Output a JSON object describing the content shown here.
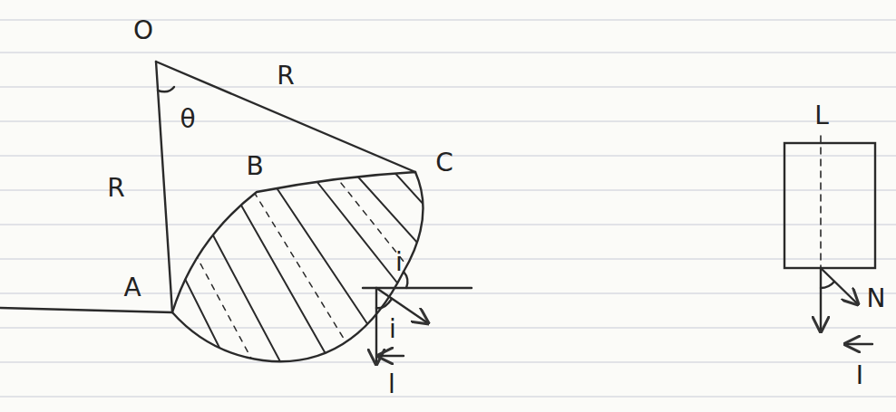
{
  "diagram": {
    "labels": [
      "O",
      "R",
      "θ",
      "R",
      "B",
      "C",
      "A",
      "i",
      "i",
      "l",
      "L",
      "N",
      "I"
    ]
  }
}
